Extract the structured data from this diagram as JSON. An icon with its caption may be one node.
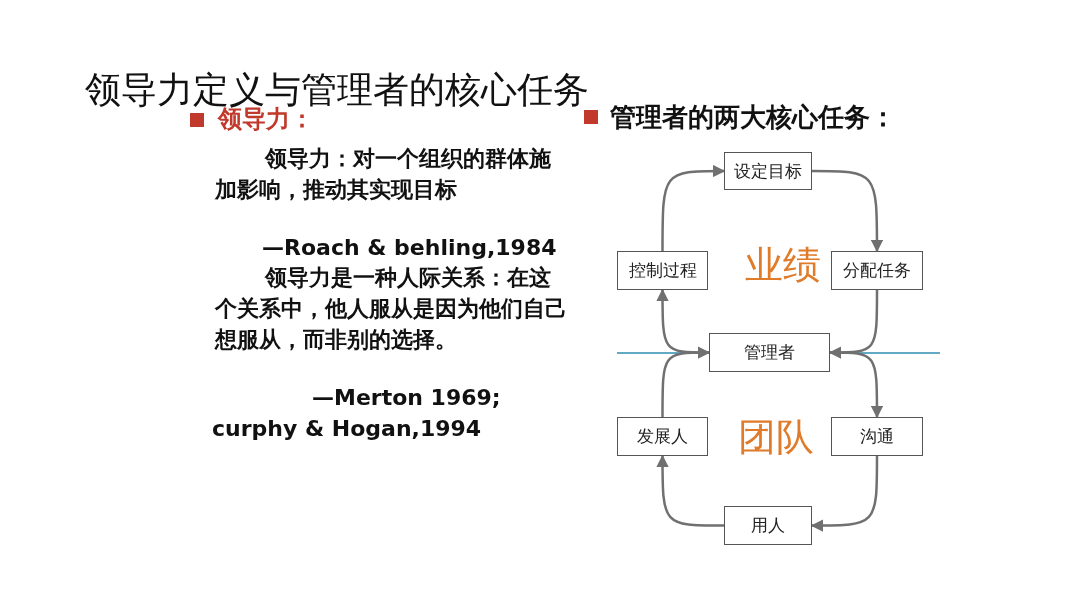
{
  "diagram": {
    "title": "领导力定义与管理者的核心任务",
    "nodes": [
      {
        "text": [
          "设定目标"
        ]
      },
      {
        "text": [
          "控制过程"
        ]
      },
      {
        "text": [
          "分配任务"
        ]
      },
      {
        "text": [
          "管理者"
        ]
      },
      {
        "text": [
          "发展人"
        ]
      },
      {
        "text": [
          "沟通"
        ]
      },
      {
        "text": [
          "用人"
        ]
      }
    ],
    "edges": [
      {
        "from": 3,
        "to": 1,
        "arrow": "to"
      },
      {
        "from": 1,
        "to": 0,
        "arrow": "to"
      },
      {
        "from": 0,
        "to": 2,
        "arrow": "to"
      },
      {
        "from": 2,
        "to": 3,
        "arrow": "to"
      },
      {
        "from": 3,
        "to": 5,
        "arrow": "to"
      },
      {
        "from": 5,
        "to": 6,
        "arrow": "to"
      },
      {
        "from": 6,
        "to": 4,
        "arrow": "to"
      },
      {
        "from": 4,
        "to": 3,
        "arrow": "to"
      }
    ],
    "labels": [
      "领导力：",
      "领导力：对一个组织的群体施加影响，推动其实现目标",
      "—Roach & behling,1984",
      "领导力是一种人际关系：在这个关系中，他人服从是因为他们自己想服从，而非别的选择。",
      "—Merton 1969; curphy & Hogan,1994",
      "管理者的两大核心任务：",
      "业绩",
      "团队"
    ]
  }
}
